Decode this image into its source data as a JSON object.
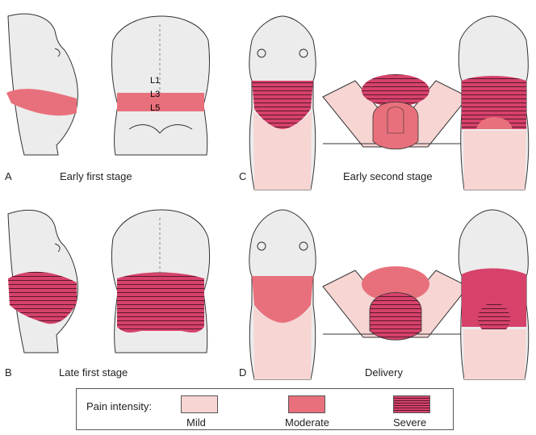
{
  "panels": {
    "A": {
      "letter": "A",
      "caption": "Early first stage"
    },
    "B": {
      "letter": "B",
      "caption": "Late first stage"
    },
    "C": {
      "letter": "C",
      "caption": "Early second stage"
    },
    "D": {
      "letter": "D",
      "caption": "Delivery"
    }
  },
  "vertebrae": [
    "L1",
    "L3",
    "L5"
  ],
  "legend": {
    "title": "Pain intensity:",
    "items": [
      {
        "label": "Mild",
        "level": "mild",
        "color": "#f6d5d3"
      },
      {
        "label": "Moderate",
        "level": "moderate",
        "color": "#e8707c"
      },
      {
        "label": "Severe",
        "level": "severe",
        "color": "#d6426a"
      }
    ]
  },
  "colors": {
    "skin": "#ececec",
    "outline": "#333333",
    "mild": "#f6d5d3",
    "moderate": "#e8707c",
    "severe": "#d6426a",
    "hatch": "#5a1830"
  }
}
